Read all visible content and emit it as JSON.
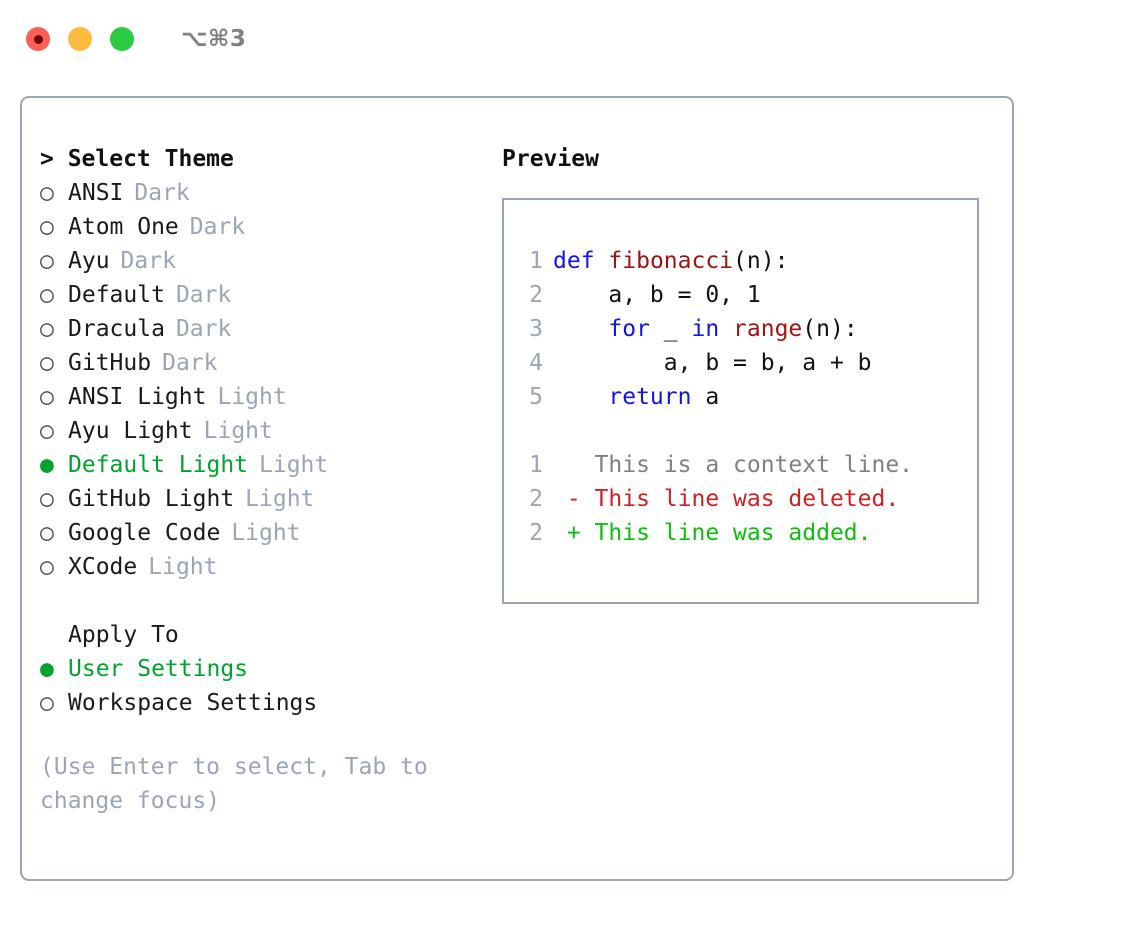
{
  "titlebar": {
    "shortcut": "⌥⌘3",
    "lights": [
      {
        "name": "close-button",
        "color": "#fc6058"
      },
      {
        "name": "minimize-button",
        "color": "#fdbc40"
      },
      {
        "name": "maximize-button",
        "color": "#2acb42"
      }
    ]
  },
  "theme_panel": {
    "header": "> Select Theme",
    "options": [
      {
        "bullet": "○",
        "label": "ANSI",
        "kind": "Dark",
        "selected": false
      },
      {
        "bullet": "○",
        "label": "Atom One",
        "kind": "Dark",
        "selected": false
      },
      {
        "bullet": "○",
        "label": "Ayu",
        "kind": "Dark",
        "selected": false
      },
      {
        "bullet": "○",
        "label": "Default",
        "kind": "Dark",
        "selected": false
      },
      {
        "bullet": "○",
        "label": "Dracula",
        "kind": "Dark",
        "selected": false
      },
      {
        "bullet": "○",
        "label": "GitHub",
        "kind": "Dark",
        "selected": false
      },
      {
        "bullet": "○",
        "label": "ANSI Light",
        "kind": "Light",
        "selected": false
      },
      {
        "bullet": "○",
        "label": "Ayu Light",
        "kind": "Light",
        "selected": false
      },
      {
        "bullet": "●",
        "label": "Default Light",
        "kind": "Light",
        "selected": true
      },
      {
        "bullet": "○",
        "label": "GitHub Light",
        "kind": "Light",
        "selected": false
      },
      {
        "bullet": "○",
        "label": "Google Code",
        "kind": "Light",
        "selected": false
      },
      {
        "bullet": "○",
        "label": "XCode",
        "kind": "Light",
        "selected": false
      }
    ]
  },
  "apply_to": {
    "header": "Apply To",
    "options": [
      {
        "bullet": "●",
        "label": "User Settings",
        "selected": true
      },
      {
        "bullet": "○",
        "label": "Workspace Settings",
        "selected": false
      }
    ]
  },
  "hint": "(Use Enter to select, Tab to change focus)",
  "preview": {
    "title": "Preview",
    "code_lines": [
      {
        "num": "1",
        "tokens": [
          {
            "t": "def",
            "c": "kw"
          },
          {
            "t": " ",
            "c": "plain"
          },
          {
            "t": "fibonacci",
            "c": "fn"
          },
          {
            "t": "(n):",
            "c": "plain"
          }
        ]
      },
      {
        "num": "2",
        "tokens": [
          {
            "t": "    a, b = 0, 1",
            "c": "plain"
          }
        ]
      },
      {
        "num": "3",
        "tokens": [
          {
            "t": "    ",
            "c": "plain"
          },
          {
            "t": "for",
            "c": "kw"
          },
          {
            "t": " _ ",
            "c": "plain"
          },
          {
            "t": "in",
            "c": "kw"
          },
          {
            "t": " ",
            "c": "plain"
          },
          {
            "t": "range",
            "c": "fn"
          },
          {
            "t": "(n):",
            "c": "plain"
          }
        ]
      },
      {
        "num": "4",
        "tokens": [
          {
            "t": "        a, b = b, a + b",
            "c": "plain"
          }
        ]
      },
      {
        "num": "5",
        "tokens": [
          {
            "t": "    ",
            "c": "plain"
          },
          {
            "t": "return",
            "c": "kw"
          },
          {
            "t": " a",
            "c": "plain"
          }
        ]
      }
    ],
    "diff_lines": [
      {
        "num": "1",
        "tokens": [
          {
            "t": "   This is a context line.",
            "c": "ctx"
          }
        ]
      },
      {
        "num": "2",
        "tokens": [
          {
            "t": " - This line was deleted.",
            "c": "del"
          }
        ]
      },
      {
        "num": "2",
        "tokens": [
          {
            "t": " + This line was added.",
            "c": "add"
          }
        ]
      }
    ]
  },
  "colors": {
    "accent_green": "#00a32e",
    "muted": "#9aa5b5",
    "border": "#9aa5b5",
    "keyword": "#1414e0",
    "function": "#a01414",
    "diff_added": "#0cbf0c",
    "diff_deleted": "#cc2222",
    "diff_context": "#808080"
  }
}
